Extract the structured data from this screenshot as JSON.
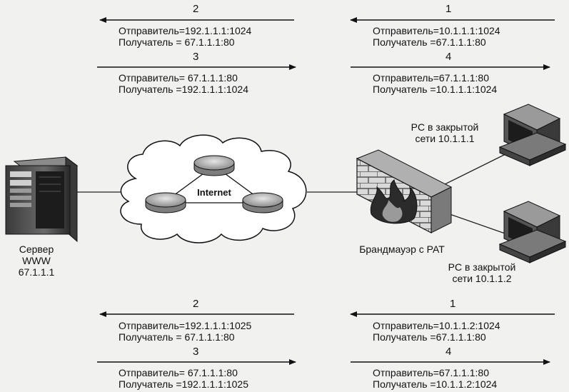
{
  "top_group": {
    "packet_2": {
      "step": "2",
      "sender": "Отправитель=192.1.1.1:1024",
      "receiver": "Получатель  =  67.1.1.1:80"
    },
    "packet_1": {
      "step": "1",
      "sender": "Отправитель=10.1.1.1:1024",
      "receiver": "Получатель  =67.1.1.1:80"
    },
    "packet_3": {
      "step": "3",
      "sender": "Отправитель= 67.1.1.1:80",
      "receiver": "Получатель =192.1.1.1:1024"
    },
    "packet_4": {
      "step": "4",
      "sender": "Отправитель=67.1.1.1:80",
      "receiver": "Получатель  =10.1.1.1:1024"
    }
  },
  "bottom_group": {
    "packet_2": {
      "step": "2",
      "sender": "Отправитель=192.1.1.1:1025",
      "receiver": "Получатель =  67.1.1.1:80"
    },
    "packet_1": {
      "step": "1",
      "sender": "Отправитель=10.1.1.2:1024",
      "receiver": "Получатель  =67.1.1.1:80"
    },
    "packet_3": {
      "step": "3",
      "sender": "Отправитель=  67.1.1.1:80",
      "receiver": "Получатель  =192.1.1.1:1025"
    },
    "packet_4": {
      "step": "4",
      "sender": "Отправитель=67.1.1.1:80",
      "receiver": "Получатель  =10.1.1.2:1024"
    }
  },
  "nodes": {
    "server": {
      "line1": "Сервер",
      "line2": "WWW",
      "line3": "67.1.1.1"
    },
    "internet": {
      "label": "Internet"
    },
    "firewall": {
      "label": "Брандмауэр с PAT"
    },
    "pc1": {
      "line1": "PC в закрытой",
      "line2": "сети 10.1.1.1"
    },
    "pc2": {
      "line1": "PC в закрытой",
      "line2": "сети 10.1.1.2"
    }
  },
  "colors": {
    "background": "#f1f1ef",
    "ink": "#111111",
    "brick": "#8a8a8a",
    "cloud": "#ffffff",
    "router": "#b5b5b5"
  }
}
